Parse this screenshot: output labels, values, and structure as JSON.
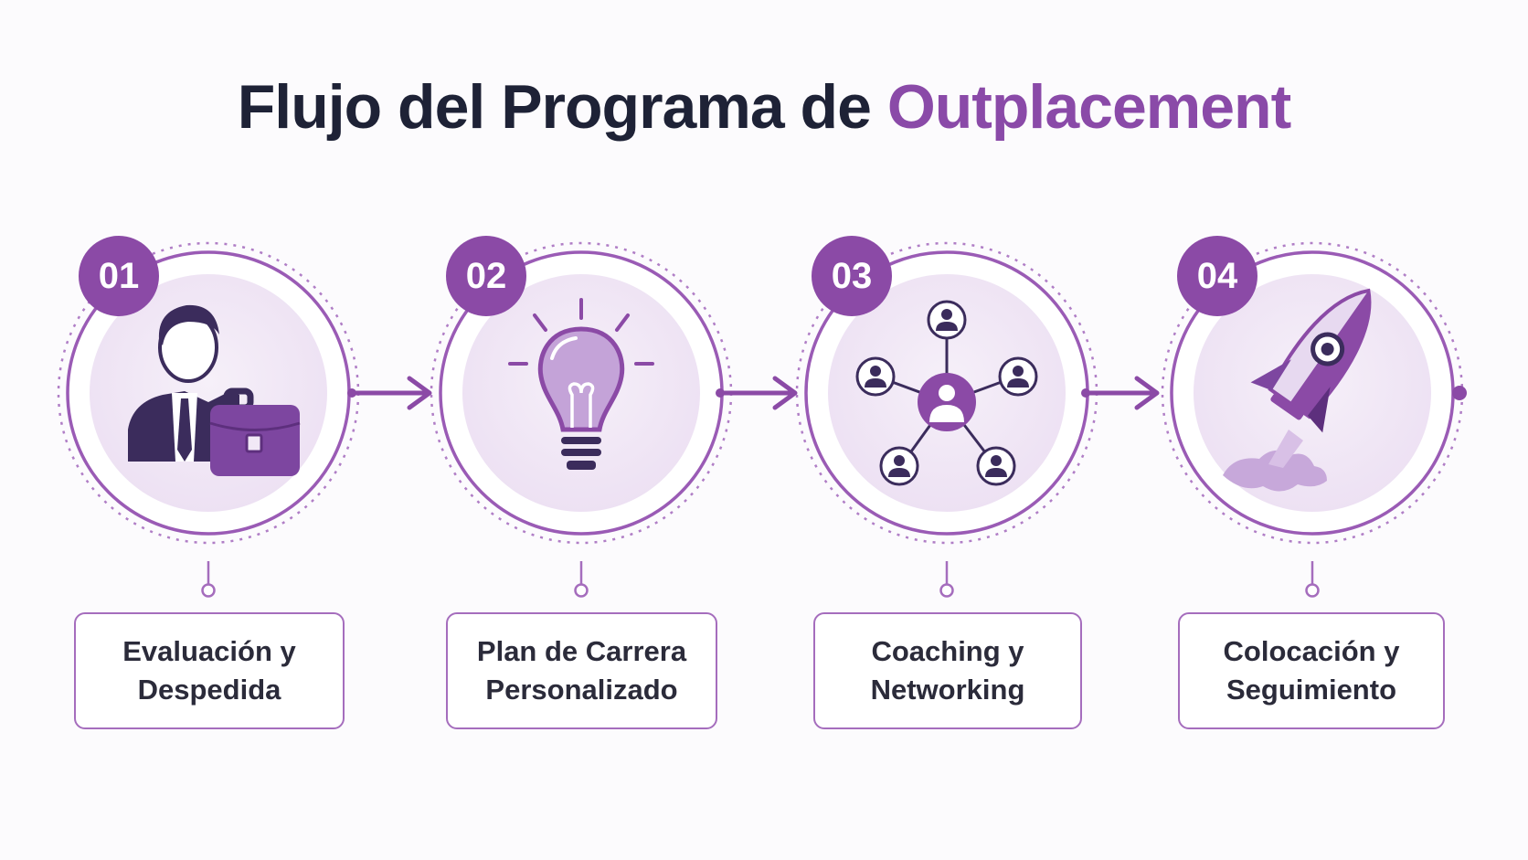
{
  "title": {
    "main": "Flujo del Programa de",
    "accent": "Outplacement"
  },
  "colors": {
    "accent": "#8b4aa6",
    "dark_text": "#1e2236",
    "light_fill": "#f1e8f6",
    "icon_dark": "#3b2c5c"
  },
  "steps": [
    {
      "number": "01",
      "icon": "person-briefcase-icon",
      "label_line1": "Evaluación y",
      "label_line2": "Despedida"
    },
    {
      "number": "02",
      "icon": "lightbulb-icon",
      "label_line1": "Plan de Carrera",
      "label_line2": "Personalizado"
    },
    {
      "number": "03",
      "icon": "network-icon",
      "label_line1": "Coaching y",
      "label_line2": "Networking"
    },
    {
      "number": "04",
      "icon": "rocket-icon",
      "label_line1": "Colocación y",
      "label_line2": "Seguimiento"
    }
  ]
}
